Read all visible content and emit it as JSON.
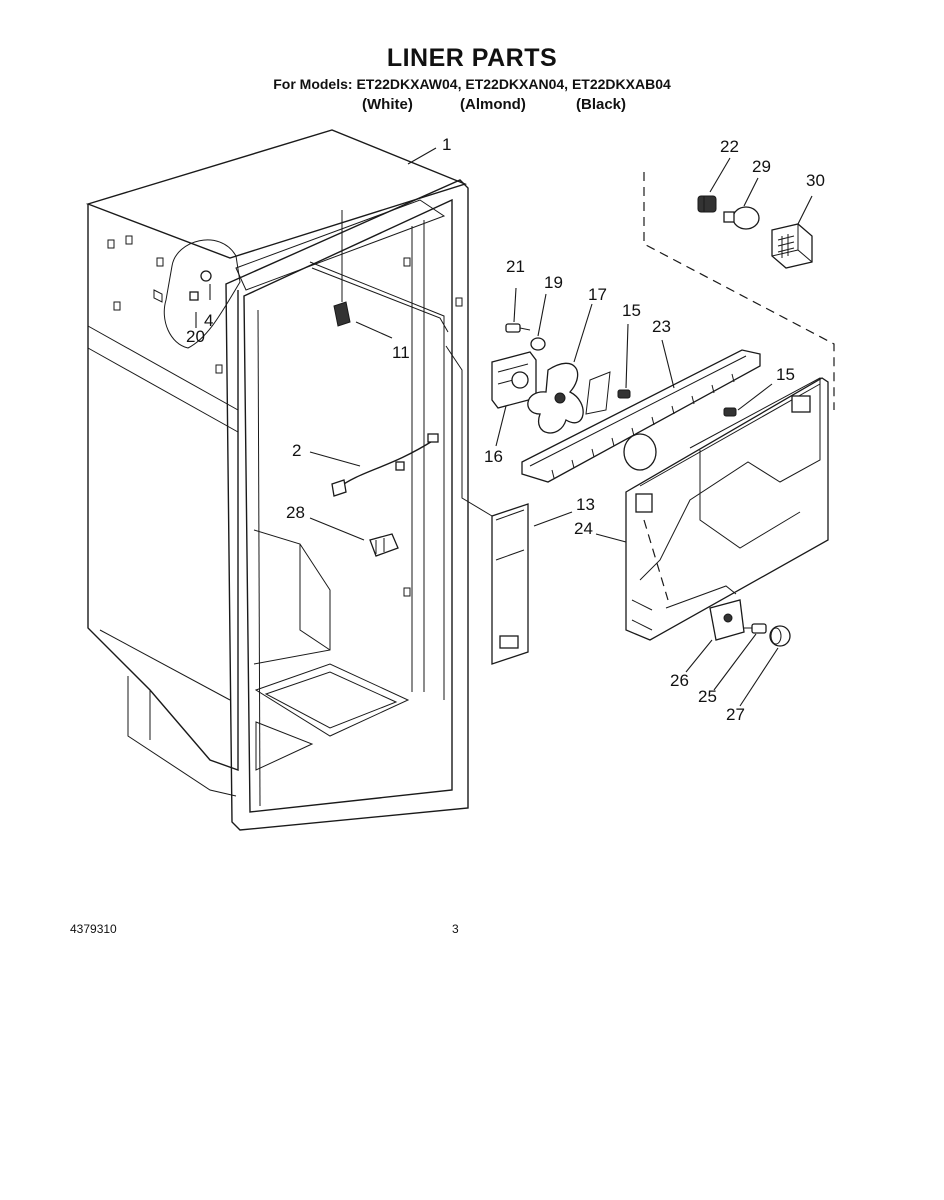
{
  "header": {
    "title": "LINER PARTS",
    "models_line": "For Models: ET22DKXAW04, ET22DKXAN04, ET22DKXAB04",
    "colors": [
      "(White)",
      "(Almond)",
      "(Black)"
    ]
  },
  "callouts": {
    "c1": "1",
    "c2": "2",
    "c4": "4",
    "c11": "11",
    "c13": "13",
    "c15a": "15",
    "c15b": "15",
    "c16": "16",
    "c17": "17",
    "c19": "19",
    "c20": "20",
    "c21": "21",
    "c22": "22",
    "c23": "23",
    "c24": "24",
    "c25": "25",
    "c26": "26",
    "c27": "27",
    "c28": "28",
    "c29": "29",
    "c30": "30"
  },
  "footer": {
    "doc_number": "4379310",
    "page_number": "3"
  }
}
